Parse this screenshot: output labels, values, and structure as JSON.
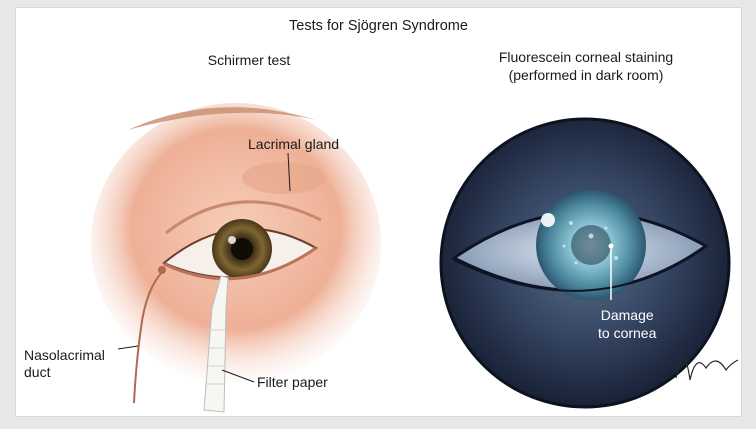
{
  "figure": {
    "title": "Tests for Sjögren Syndrome",
    "left_panel": {
      "heading": "Schirmer test",
      "labels": {
        "lacrimal_gland": "Lacrimal gland",
        "nasolacrimal_duct_line1": "Nasolacrimal",
        "nasolacrimal_duct_line2": "duct",
        "filter_paper": "Filter paper"
      }
    },
    "right_panel": {
      "heading_line1": "Fluorescein corneal staining",
      "heading_line2": "(performed in dark room)",
      "labels": {
        "damage_line1": "Damage",
        "damage_line2": "to cornea"
      }
    },
    "signature": "Burke"
  },
  "colors": {
    "skin": "#f1b9a0",
    "iris_left": "#7a5a2a",
    "dark_background": "#1f2a44",
    "stain": "#9fd6e6"
  }
}
